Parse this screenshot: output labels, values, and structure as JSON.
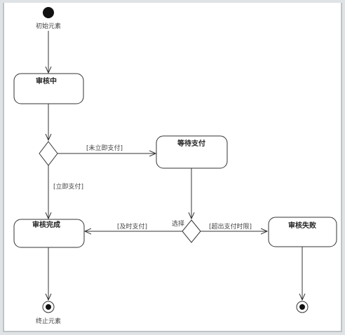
{
  "start": {
    "label": "初始元素"
  },
  "end": {
    "label": "终止元素"
  },
  "states": {
    "reviewing": "审核中",
    "waiting_payment": "等待支付",
    "review_complete": "审核完成",
    "review_failed": "审核失败"
  },
  "decisions": {
    "second_label": "选择"
  },
  "edges": {
    "not_paid_now": "[未立即支付]",
    "paid_now": "[立即支付]",
    "paid_in_time": "[及时支付]",
    "overdue": "[超出支付时限]"
  }
}
